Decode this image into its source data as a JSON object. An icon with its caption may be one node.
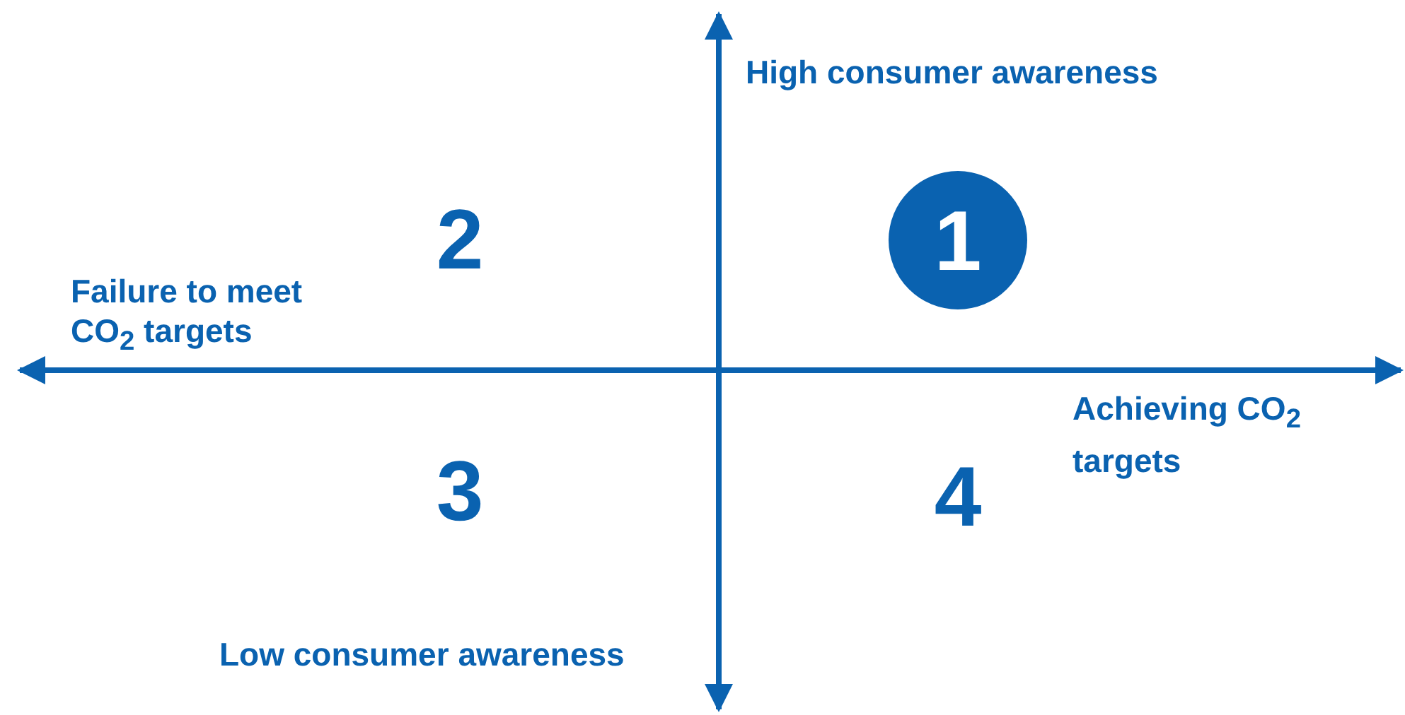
{
  "diagram": {
    "nodes": [
      {
        "text": [
          "1"
        ]
      }
    ],
    "labels": [
      "High consumer awareness",
      "2",
      "Failure to meet CO$_{2}$ targets",
      "Achieving CO$_{2}$ targets",
      "3",
      "4",
      "Low consumer awareness"
    ]
  }
}
